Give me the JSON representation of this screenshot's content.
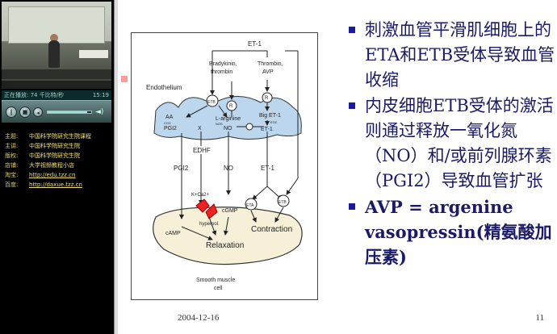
{
  "player": {
    "status_label": "正在播放: 74 千比特/秒",
    "status_time": "15:19",
    "controls": {
      "play_pause_icon": "pause-icon",
      "stop_icon": "stop-icon",
      "prev_icon": "prev-icon",
      "next_icon": "next-icon",
      "seek_progress": 0.9
    },
    "info": [
      {
        "key": "主题:",
        "value": "中国科学院研究生院课程",
        "link": false
      },
      {
        "key": "主讲:",
        "value": "中国科学院研究生院",
        "link": false
      },
      {
        "key": "版权:",
        "value": "中国科学院研究生院",
        "link": false
      },
      {
        "key": "店铺:",
        "value": "大学视频教程小店",
        "link": false
      },
      {
        "key": "淘宝:",
        "value": "http://edu.tzz.cn",
        "link": true
      },
      {
        "key": "百度:",
        "value": "http://daxue.tzz.cn",
        "link": true
      }
    ]
  },
  "slide": {
    "bullets": [
      "刺激血管平滑肌细胞上的ETA和ETB受体导致血管收缩",
      "内皮细胞ETB受体的激活则通过释放一氧化氮（NO）和/或前列腺环素（PGI2）导致血管扩张",
      "AVP = argenine vasopressin(精氨酸加压素)"
    ],
    "date": "2004-12-16",
    "page_number": "11",
    "colors": {
      "bullet_text": "#1a1a66",
      "bullet_square": "#1a1aa0",
      "endothelium": "#bcd6ee",
      "smooth_muscle": "#f6f0d8"
    },
    "diagram": {
      "labels": {
        "et1_top": "ET-1",
        "bradykinin": "Bradykinin,",
        "thrombin1": "thrombin",
        "thrombin_avp": "Thrombin,",
        "avp": "AVP",
        "endothelium": "Endothelium",
        "etb": "ETB",
        "r1": "R",
        "r2": "R",
        "aa": "AA",
        "cox": "COX",
        "pgi2_in": "PGI2",
        "x": "X",
        "l_arginine": "L-arginine",
        "nos": "NOS",
        "no_in": "NO",
        "big_et1": "Big ET-1",
        "ece": "ECE",
        "et1_in": "ET-1",
        "edhf": "EDHF",
        "pgi2": "PGI2",
        "no": "NO",
        "et1_out": "ET-1",
        "kca": "K+Ca2+",
        "cgmp": "cGMP",
        "camp": "cAMP",
        "hyperpol": "hyperpol.",
        "eta": "ETA",
        "etb2": "ETB",
        "contraction": "Contraction",
        "relaxation": "Relaxation",
        "smooth_muscle": "Smooth muscle",
        "cell": "cell"
      }
    }
  }
}
